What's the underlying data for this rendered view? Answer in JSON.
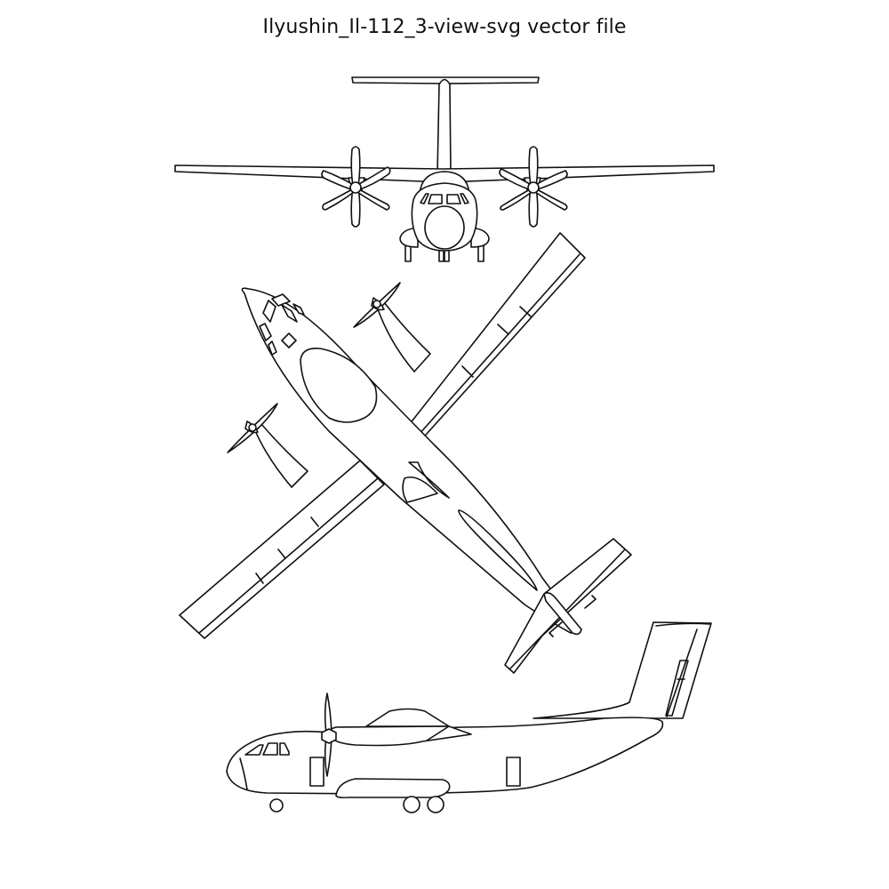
{
  "page": {
    "title": "Ilyushin_Il-112_3-view-svg vector file"
  },
  "drawing": {
    "subject": "Ilyushin Il-112",
    "style": "black line art on white",
    "line_color": "#111111",
    "background": "#ffffff",
    "views": [
      {
        "id": "front",
        "label": "Front view",
        "position": "top"
      },
      {
        "id": "top",
        "label": "Top (plan) view",
        "position": "middle",
        "rotation_deg": -45
      },
      {
        "id": "side",
        "label": "Side view",
        "position": "bottom"
      }
    ]
  }
}
